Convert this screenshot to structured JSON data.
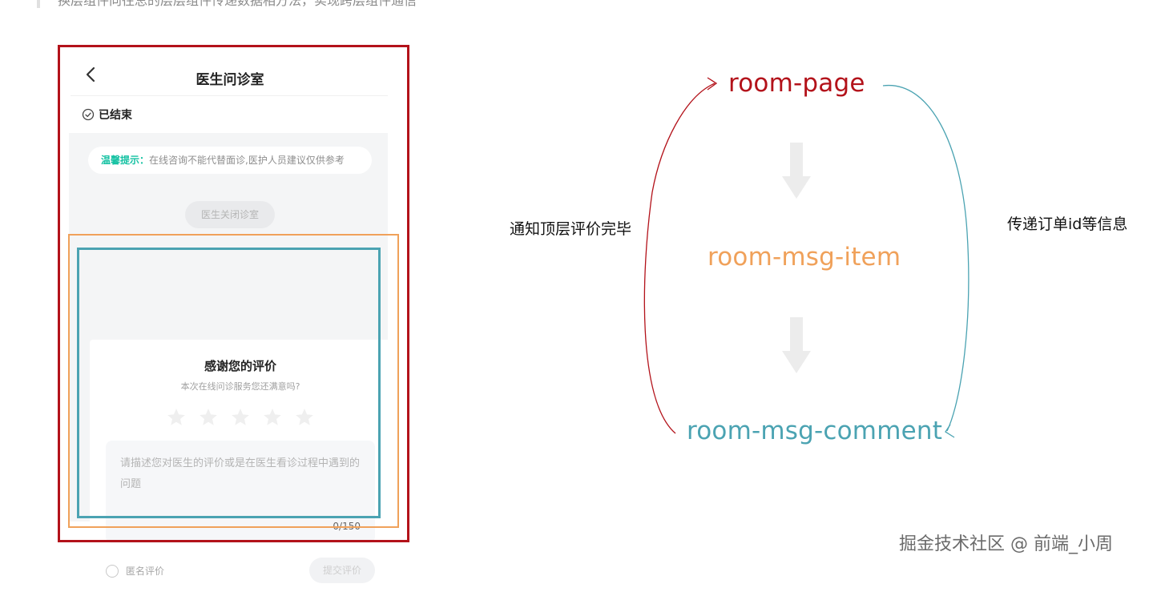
{
  "caption": {
    "text": "换层组件向往总的层层组件传递数据相方法，实现跨层组件通信"
  },
  "phone": {
    "header": {
      "title": "医生问诊室"
    },
    "status": {
      "text": "已结束"
    },
    "notice": {
      "label": "温馨提示：",
      "text": "在线咨询不能代替面诊,医护人员建议仅供参考"
    },
    "close_button": {
      "label": "医生关闭诊室"
    },
    "review": {
      "title": "感谢您的评价",
      "subtitle": "本次在线问诊服务您还满意吗?",
      "star_count": 5,
      "placeholder": "请描述您对医生的评价或是在医生看诊过程中遇到的问题",
      "count": "0/150",
      "anonymous_label": "匿名评价",
      "submit_label": "提交评价"
    }
  },
  "diagram": {
    "nodes": {
      "page": "room-page",
      "item": "room-msg-item",
      "comment": "room-msg-comment"
    },
    "left_label": "通知顶层评价完毕",
    "right_label": "传递订单id等信息"
  },
  "colors": {
    "page": "#b3121a",
    "item": "#f0a15a",
    "comment": "#4ba3b2",
    "accent": "#16c2a3",
    "down_arrow": "#ececec"
  },
  "watermark": {
    "text": "掘金技术社区 @ 前端_小周"
  }
}
